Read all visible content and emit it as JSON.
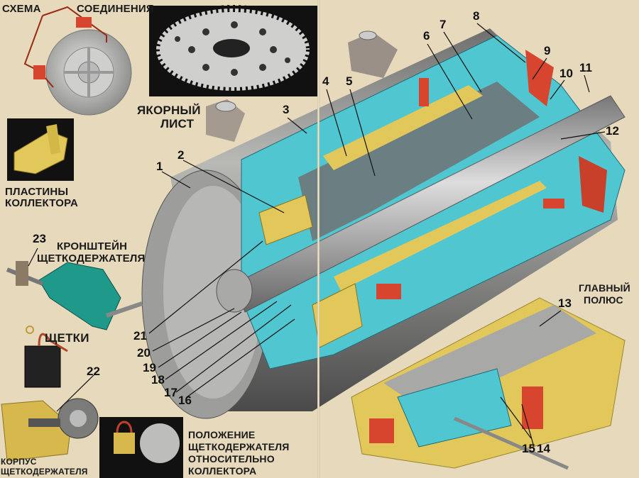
{
  "labels": {
    "connection_scheme_1": "СХЕМА",
    "connection_scheme_2": "СОЕДИНЕНИЯ",
    "armature_sheet_1": "ЯКОРНЫЙ",
    "armature_sheet_2": "ЛИСТ",
    "commutator_plates_1": "ПЛАСТИНЫ",
    "commutator_plates_2": "КОЛЛЕКТОРА",
    "bracket_1": "КРОНШТЕЙН",
    "bracket_2": "ЩЕТКОДЕРЖАТЕЛЯ",
    "brushes": "ЩЕТКИ",
    "housing_1": "КОРПУС",
    "housing_2": "ЩЕТКОДЕРЖАТЕЛЯ",
    "position_1": "ПОЛОЖЕНИЕ",
    "position_2": "ЩЕТКОДЕРЖАТЕЛЯ",
    "position_3": "ОТНОСИТЕЛЬНО",
    "position_4": "КОЛЛЕКТОРА",
    "main_pole_1": "ГЛАВНЫЙ",
    "main_pole_2": "ПОЛЮС"
  },
  "callouts": [
    "1",
    "2",
    "3",
    "4",
    "5",
    "6",
    "7",
    "8",
    "9",
    "10",
    "11",
    "12",
    "13",
    "14",
    "15",
    "16",
    "17",
    "18",
    "19",
    "20",
    "21",
    "22",
    "23"
  ],
  "colors": {
    "background": "#e6d9bc",
    "cutaway": "#4fc6d0",
    "copper": "#d8452f",
    "brass": "#e2c85a",
    "steel": "#8f9090"
  }
}
